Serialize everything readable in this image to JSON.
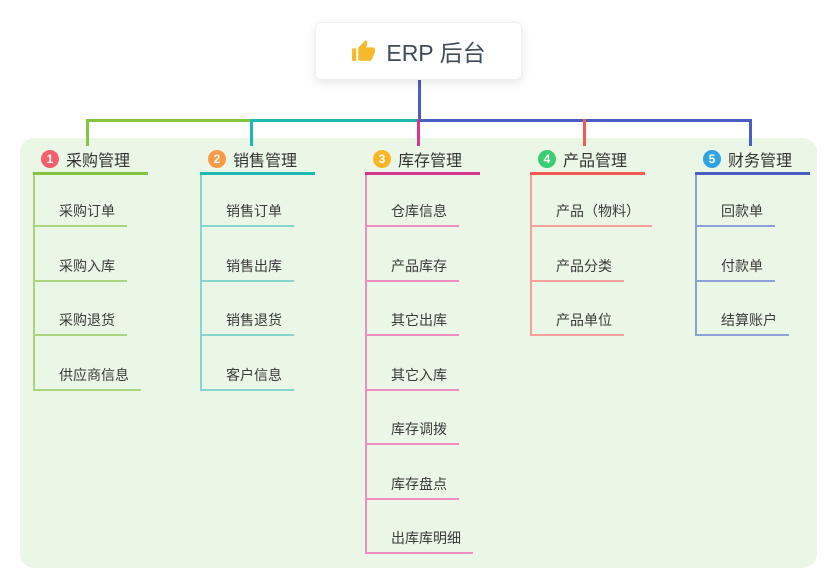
{
  "root": {
    "title": "ERP 后台",
    "icon": "thumbs-up-icon",
    "icon_color": "#f6b92c",
    "connector_color": "#4a5ec1"
  },
  "canvas": {
    "background_color": "#ffffff",
    "panel_color": "#eaf6e6"
  },
  "branches": [
    {
      "number": "1",
      "label": "采购管理",
      "badge_color": "#f4606c",
      "line_color": "#84c440",
      "child_line_color": "#a8d57d",
      "children": [
        "采购订单",
        "采购入库",
        "采购退货",
        "供应商信息"
      ]
    },
    {
      "number": "2",
      "label": "销售管理",
      "badge_color": "#fa9948",
      "line_color": "#1cb8b2",
      "child_line_color": "#86d5cf",
      "children": [
        "销售订单",
        "销售出库",
        "销售退货",
        "客户信息"
      ]
    },
    {
      "number": "3",
      "label": "库存管理",
      "badge_color": "#fbb625",
      "line_color": "#d6368f",
      "child_line_color": "#f08cc1",
      "children": [
        "仓库信息",
        "产品库存",
        "其它出库",
        "其它入库",
        "库存调拨",
        "库存盘点",
        "出库库明细"
      ]
    },
    {
      "number": "4",
      "label": "产品管理",
      "badge_color": "#3bcd71",
      "line_color": "#f25a52",
      "child_line_color": "#f7a09a",
      "children": [
        "产品（物料）",
        "产品分类",
        "产品单位"
      ]
    },
    {
      "number": "5",
      "label": "财务管理",
      "badge_color": "#31a3e2",
      "line_color": "#4a5ec1",
      "child_line_color": "#8fa0d8",
      "children": [
        "回款单",
        "付款单",
        "结算账户"
      ]
    }
  ]
}
